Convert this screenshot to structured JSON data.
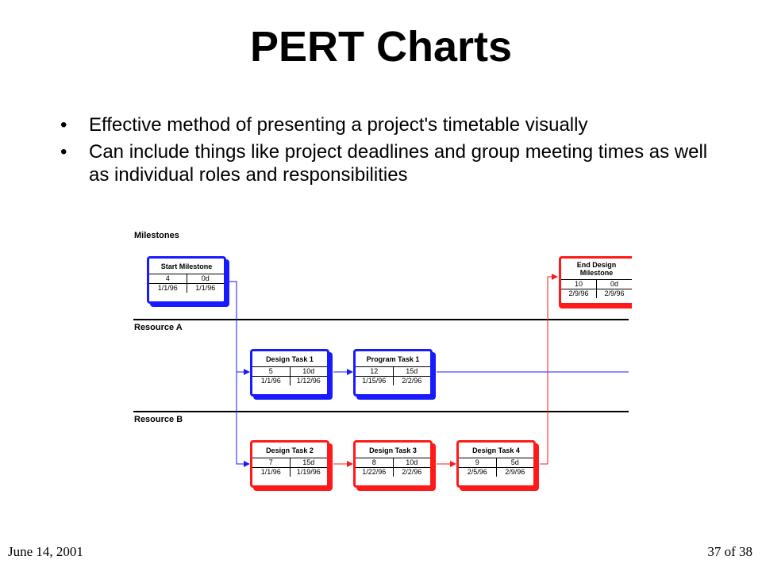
{
  "slide": {
    "title": "PERT Charts",
    "bullets": [
      "Effective method of presenting a project's timetable visually",
      "Can include things like project deadlines and group meeting times as well as individual roles and responsibilities"
    ],
    "bullet_symbol": "•",
    "footer_left": "June 14, 2001",
    "footer_right": "37 of 38"
  },
  "diagram": {
    "lanes": [
      "Milestones",
      "Resource A",
      "Resource B"
    ],
    "nodes": [
      {
        "name": "Start Milestone",
        "id": "4",
        "duration": "0d",
        "start": "1/1/96",
        "finish": "1/1/96",
        "color": "#1a1aff"
      },
      {
        "name": "End Design Milestone",
        "id": "10",
        "duration": "0d",
        "start": "2/9/96",
        "finish": "2/9/96",
        "color": "#ff1a1a"
      },
      {
        "name": "Design Task 1",
        "id": "5",
        "duration": "10d",
        "start": "1/1/96",
        "finish": "1/12/96",
        "color": "#1a1aff"
      },
      {
        "name": "Program Task 1",
        "id": "12",
        "duration": "15d",
        "start": "1/15/96",
        "finish": "2/2/96",
        "color": "#1a1aff"
      },
      {
        "name": "Design Task 2",
        "id": "7",
        "duration": "15d",
        "start": "1/1/96",
        "finish": "1/19/96",
        "color": "#ff1a1a"
      },
      {
        "name": "Design Task 3",
        "id": "8",
        "duration": "10d",
        "start": "1/22/96",
        "finish": "2/2/96",
        "color": "#ff1a1a"
      },
      {
        "name": "Design Task 4",
        "id": "9",
        "duration": "5d",
        "start": "2/5/96",
        "finish": "2/9/96",
        "color": "#ff1a1a"
      }
    ]
  }
}
